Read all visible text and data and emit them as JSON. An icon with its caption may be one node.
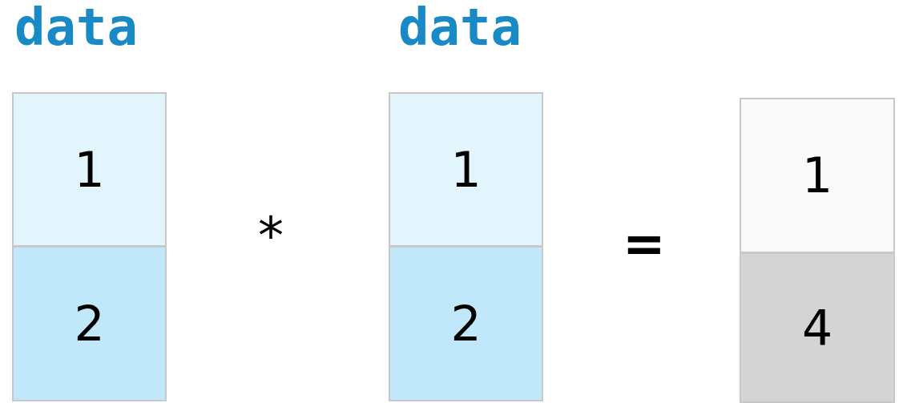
{
  "diagram": {
    "nodes": [
      {
        "text": [
          "1"
        ]
      },
      {
        "text": [
          "2"
        ]
      },
      {
        "text": [
          "1"
        ]
      },
      {
        "text": [
          "2"
        ]
      },
      {
        "text": [
          "1"
        ]
      },
      {
        "text": [
          "4"
        ]
      }
    ],
    "labels": [
      "data",
      "data",
      "*",
      "="
    ]
  }
}
